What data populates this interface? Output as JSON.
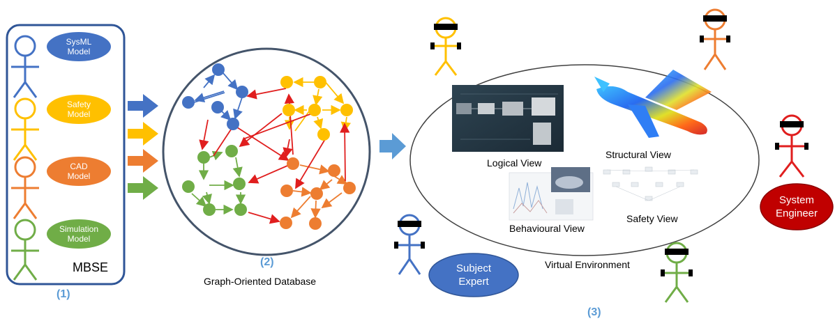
{
  "mbse": {
    "pills": [
      {
        "text": "SysML\nModel",
        "color": "#4472c4"
      },
      {
        "text": "Safety\nModel",
        "color": "#ffc000"
      },
      {
        "text": "CAD\nModel",
        "color": "#ed7d31"
      },
      {
        "text": "Simulation\nModel",
        "color": "#70ad47"
      }
    ],
    "label": "MBSE",
    "number": "(1)",
    "arrow_colors": [
      "#4472c4",
      "#ffc000",
      "#ed7d31",
      "#70ad47"
    ]
  },
  "graph": {
    "number": "(2)",
    "caption": "Graph-Oriented Database",
    "node_colors": {
      "blue": "#4472c4",
      "yellow": "#ffc000",
      "green": "#70ad47",
      "orange": "#ed7d31",
      "link": "#e01e1e"
    }
  },
  "environment": {
    "views": {
      "logical": "Logical View",
      "structural": "Structural View",
      "behavioural": "Behavioural View",
      "safety": "Safety View"
    },
    "caption": "Virtual Environment",
    "number": "(3)"
  },
  "roles": {
    "subject_expert": "Subject\nExpert",
    "system_engineer": "System\nEngineer"
  },
  "colors": {
    "number_blue": "#5b9bd5",
    "system_engineer": "#c00000",
    "subject_expert": "#4472c4"
  }
}
